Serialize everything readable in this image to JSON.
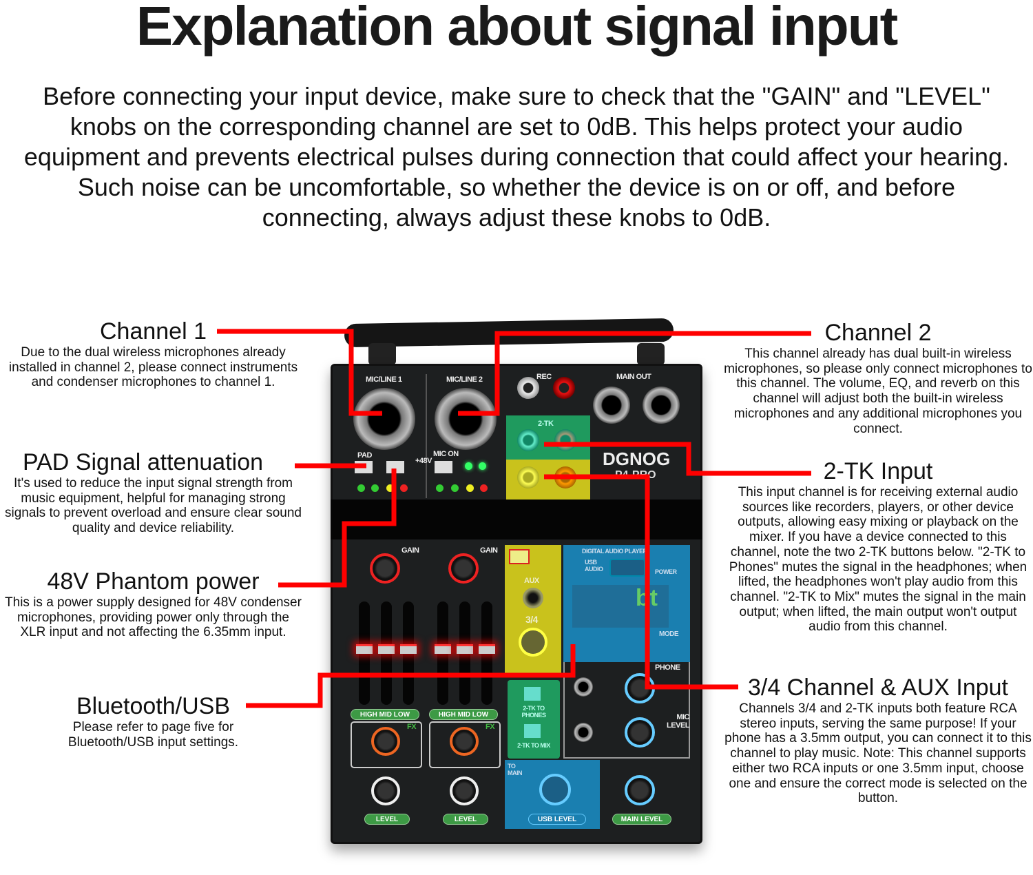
{
  "title": "Explanation about signal input",
  "intro": "Before connecting your input device, make sure to check that the \"GAIN\" and \"LEVEL\" knobs on the corresponding channel are set to 0dB. This helps protect your audio equipment and prevents electrical pulses during connection that could affect your hearing. Such noise can be uncomfortable, so whether the device is on or off, and before connecting, always adjust these knobs to 0dB.",
  "callouts": {
    "channel1": {
      "title": "Channel 1",
      "text": "Due to the dual wireless microphones already installed in channel 2, please connect instruments and condenser microphones to channel 1."
    },
    "pad": {
      "title": "PAD Signal attenuation",
      "text": "It's used to reduce the input signal strength from music equipment, helpful for managing strong signals to prevent overload and ensure clear sound quality and device reliability."
    },
    "phantom": {
      "title": "48V Phantom power",
      "text": "This is a power supply designed for 48V condenser microphones, providing power only through the XLR input and not affecting the 6.35mm input."
    },
    "bluetooth": {
      "title": "Bluetooth/USB",
      "text": "Please refer to page five for Bluetooth/USB input settings."
    },
    "channel2": {
      "title": "Channel 2",
      "text": "This channel already has dual built-in wireless microphones, so please only connect microphones to this channel. The volume, EQ, and reverb on this channel will adjust both the built-in wireless microphones and any additional microphones you connect."
    },
    "twotk": {
      "title": "2-TK Input",
      "text": "This input channel is for receiving external audio sources like recorders, players, or other device outputs, allowing easy mixing or playback on the mixer. If you have a device connected to this channel, note the two 2-TK buttons below. \"2-TK to Phones\" mutes the signal in the headphones; when lifted, the headphones won't play audio from this channel. \"2-TK to Mix\" mutes the signal in the main output; when lifted, the main output won't output audio from this channel."
    },
    "ch34": {
      "title": "3/4 Channel & AUX Input",
      "text": "Channels 3/4 and 2-TK inputs both feature RCA stereo inputs, serving the same purpose! If your phone has a 3.5mm output, you can connect it to this channel to play music. Note: This channel supports either two RCA inputs or one 3.5mm input, choose one and ensure the correct mode is selected on the button."
    }
  },
  "mixer": {
    "brand": "DGNOG",
    "model": "P4-PRO",
    "labels": {
      "mic1": "MIC/LINE 1",
      "mic2": "MIC/LINE 2",
      "rec": "REC",
      "main_out": "MAIN OUT",
      "twotk": "2-TK",
      "pad": "PAD",
      "p48": "+48V",
      "micon": "MIC ON",
      "gain": "GAIN",
      "eq": [
        "HIGH",
        "MID",
        "LOW"
      ],
      "fx": "FX",
      "level": "LEVEL",
      "aux": "AUX",
      "ch34": "3/4",
      "dap": "DIGITAL AUDIO PLAYER",
      "usb_audio": "USB AUDIO",
      "power": "POWER",
      "display": "bt",
      "mode": "MODE",
      "phone": "PHONE",
      "mic_level": "MIC LEVEL",
      "tk_phones": "2-TK TO PHONES",
      "tk_mix": "2-TK TO MIX",
      "to_main": "TO MAIN",
      "usb_level": "USB LEVEL",
      "main_level": "MAIN LEVEL"
    }
  },
  "colors": {
    "callout_line": "#ff0000",
    "twotk_zone": "#1f9a5e",
    "ch34_zone": "#c9c21c",
    "player_zone": "#1a7fb0"
  }
}
